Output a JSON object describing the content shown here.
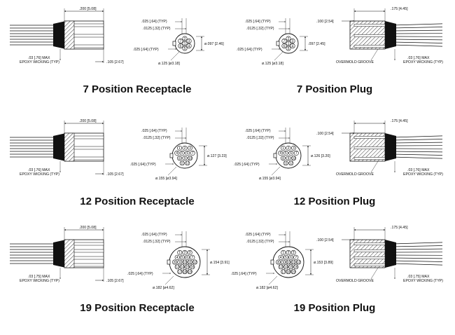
{
  "rows": [
    {
      "receptacle": {
        "title": "7  Position Receptacle",
        "len": ".200 [5.08]",
        "tip": ".105 [2.67]",
        "epoxy1": ".03 [.76] MAX",
        "epoxy2": "EPOXY WICKING (TYP)"
      },
      "rface": {
        "d1": ".025 [.64] (TYP)",
        "d2": ".0125 [.32] (TYP)",
        "d3": ".025 [.64] (TYP)",
        "height": "ø.097 [2.46]",
        "outer": "ø.125 [ø3.18]",
        "pins": [
          "1",
          "2",
          "3",
          "4",
          "5",
          "6",
          "7"
        ]
      },
      "pface": {
        "d1": ".025 [.64] (TYP)",
        "d2": ".0125 [.32] (TYP)",
        "d3": ".025 [.64] (TYP)",
        "height": ".097 [2.45]",
        "outer": "ø.125 [ø3.18]",
        "pins": [
          "1",
          "2",
          "3",
          "4",
          "5",
          "6",
          "7"
        ]
      },
      "plug": {
        "title": "7 Position Plug",
        "len": ".175 [4.45]",
        "pin": ".100 [2.54]",
        "groove": "OVERMOLD GROOVE",
        "epoxy1": ".03 [.76] MAX",
        "epoxy2": "EPOXY WICKING (TYP)"
      }
    },
    {
      "receptacle": {
        "title": "12  Position Receptacle",
        "len": ".200 [5.08]",
        "tip": ".105 [2.67]",
        "epoxy1": ".03 [.76] MAX",
        "epoxy2": "EPOXY WICKING (TYP)"
      },
      "rface": {
        "d1": ".025 [.64] (TYP)",
        "d2": ".0125 [.32] (TYP)",
        "d3": ".025 [.64] (TYP)",
        "height": "ø.127 [3.23]",
        "outer": "ø.155 [ø3.94]",
        "pins": [
          "1",
          "2",
          "3",
          "4",
          "5",
          "6",
          "7",
          "8",
          "9",
          "10",
          "11",
          "12"
        ]
      },
      "pface": {
        "d1": ".025 [.64] (TYP)",
        "d2": ".0125 [.32] (TYP)",
        "d3": ".025 [.64] (TYP)",
        "height": "ø.126 [3.20]",
        "outer": "ø.155 [ø3.94]",
        "pins": [
          "1",
          "2",
          "3",
          "4",
          "5",
          "6",
          "7",
          "8",
          "9",
          "10",
          "11",
          "12"
        ]
      },
      "plug": {
        "title": "12 Position Plug",
        "len": ".175 [4.45]",
        "pin": ".100 [2.54]",
        "groove": "OVERMOLD GROOVE",
        "epoxy1": ".03 [.76] MAX",
        "epoxy2": "EPOXY WICKING (TYP)"
      }
    },
    {
      "receptacle": {
        "title": "19  Position Receptacle",
        "len": ".200 [5.08]",
        "tip": ".105 [2.67]",
        "epoxy1": ".03 [.75] MAX",
        "epoxy2": "EPOXY WICKING (TYP)"
      },
      "rface": {
        "d1": ".025 [.64] (TYP)",
        "d2": ".0125 [.32] (TYP)",
        "d3": ".025 [.64] (TYP)",
        "height": "ø.154 [3.91]",
        "outer": "ø.182 [ø4.62]",
        "pins": [
          "1",
          "2",
          "3",
          "4",
          "5",
          "6",
          "7",
          "8",
          "9",
          "10",
          "11",
          "12",
          "13",
          "14",
          "15",
          "16",
          "17",
          "18",
          "19"
        ]
      },
      "pface": {
        "d1": ".025 [.64] (TYP)",
        "d2": ".0125 [.32] (TYP)",
        "d3": ".025 [.64] (TYP)",
        "height": "ø.153 [3.89]",
        "outer": "ø.182 [ø4.62]",
        "pins": [
          "1",
          "2",
          "3",
          "4",
          "5",
          "6",
          "7",
          "8",
          "9",
          "10",
          "11",
          "12",
          "13",
          "14",
          "15",
          "16",
          "17",
          "18",
          "19"
        ]
      },
      "plug": {
        "title": "19 Position Plug",
        "len": ".175 [4.45]",
        "pin": ".100 [2.54]",
        "groove": "OVERMOLD GROOVE",
        "epoxy1": ".03 [.75] MAX",
        "epoxy2": "EPOXY WICKING (TYP)"
      }
    }
  ]
}
